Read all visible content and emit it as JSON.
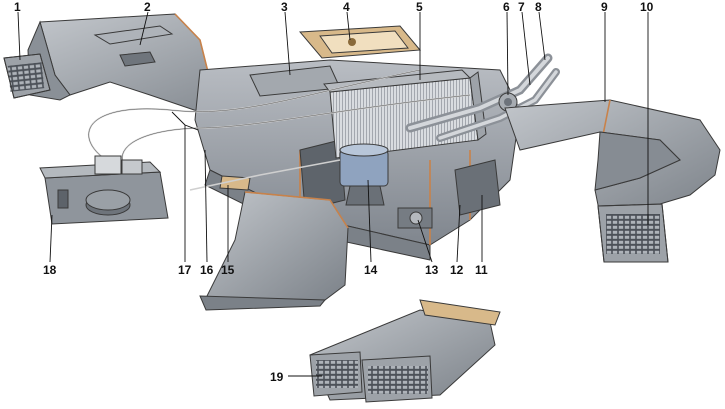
{
  "diagram": {
    "labels": [
      "1",
      "2",
      "3",
      "4",
      "5",
      "6",
      "7",
      "8",
      "9",
      "10",
      "11",
      "12",
      "13",
      "14",
      "15",
      "16",
      "17",
      "18",
      "19"
    ],
    "colors": {
      "body": "#9a9fa6",
      "body_dark": "#6d737b",
      "body_light": "#c4c8cd",
      "edge": "#c8824a",
      "tab": "#d8b98a",
      "fins": "#d9dce0"
    }
  }
}
